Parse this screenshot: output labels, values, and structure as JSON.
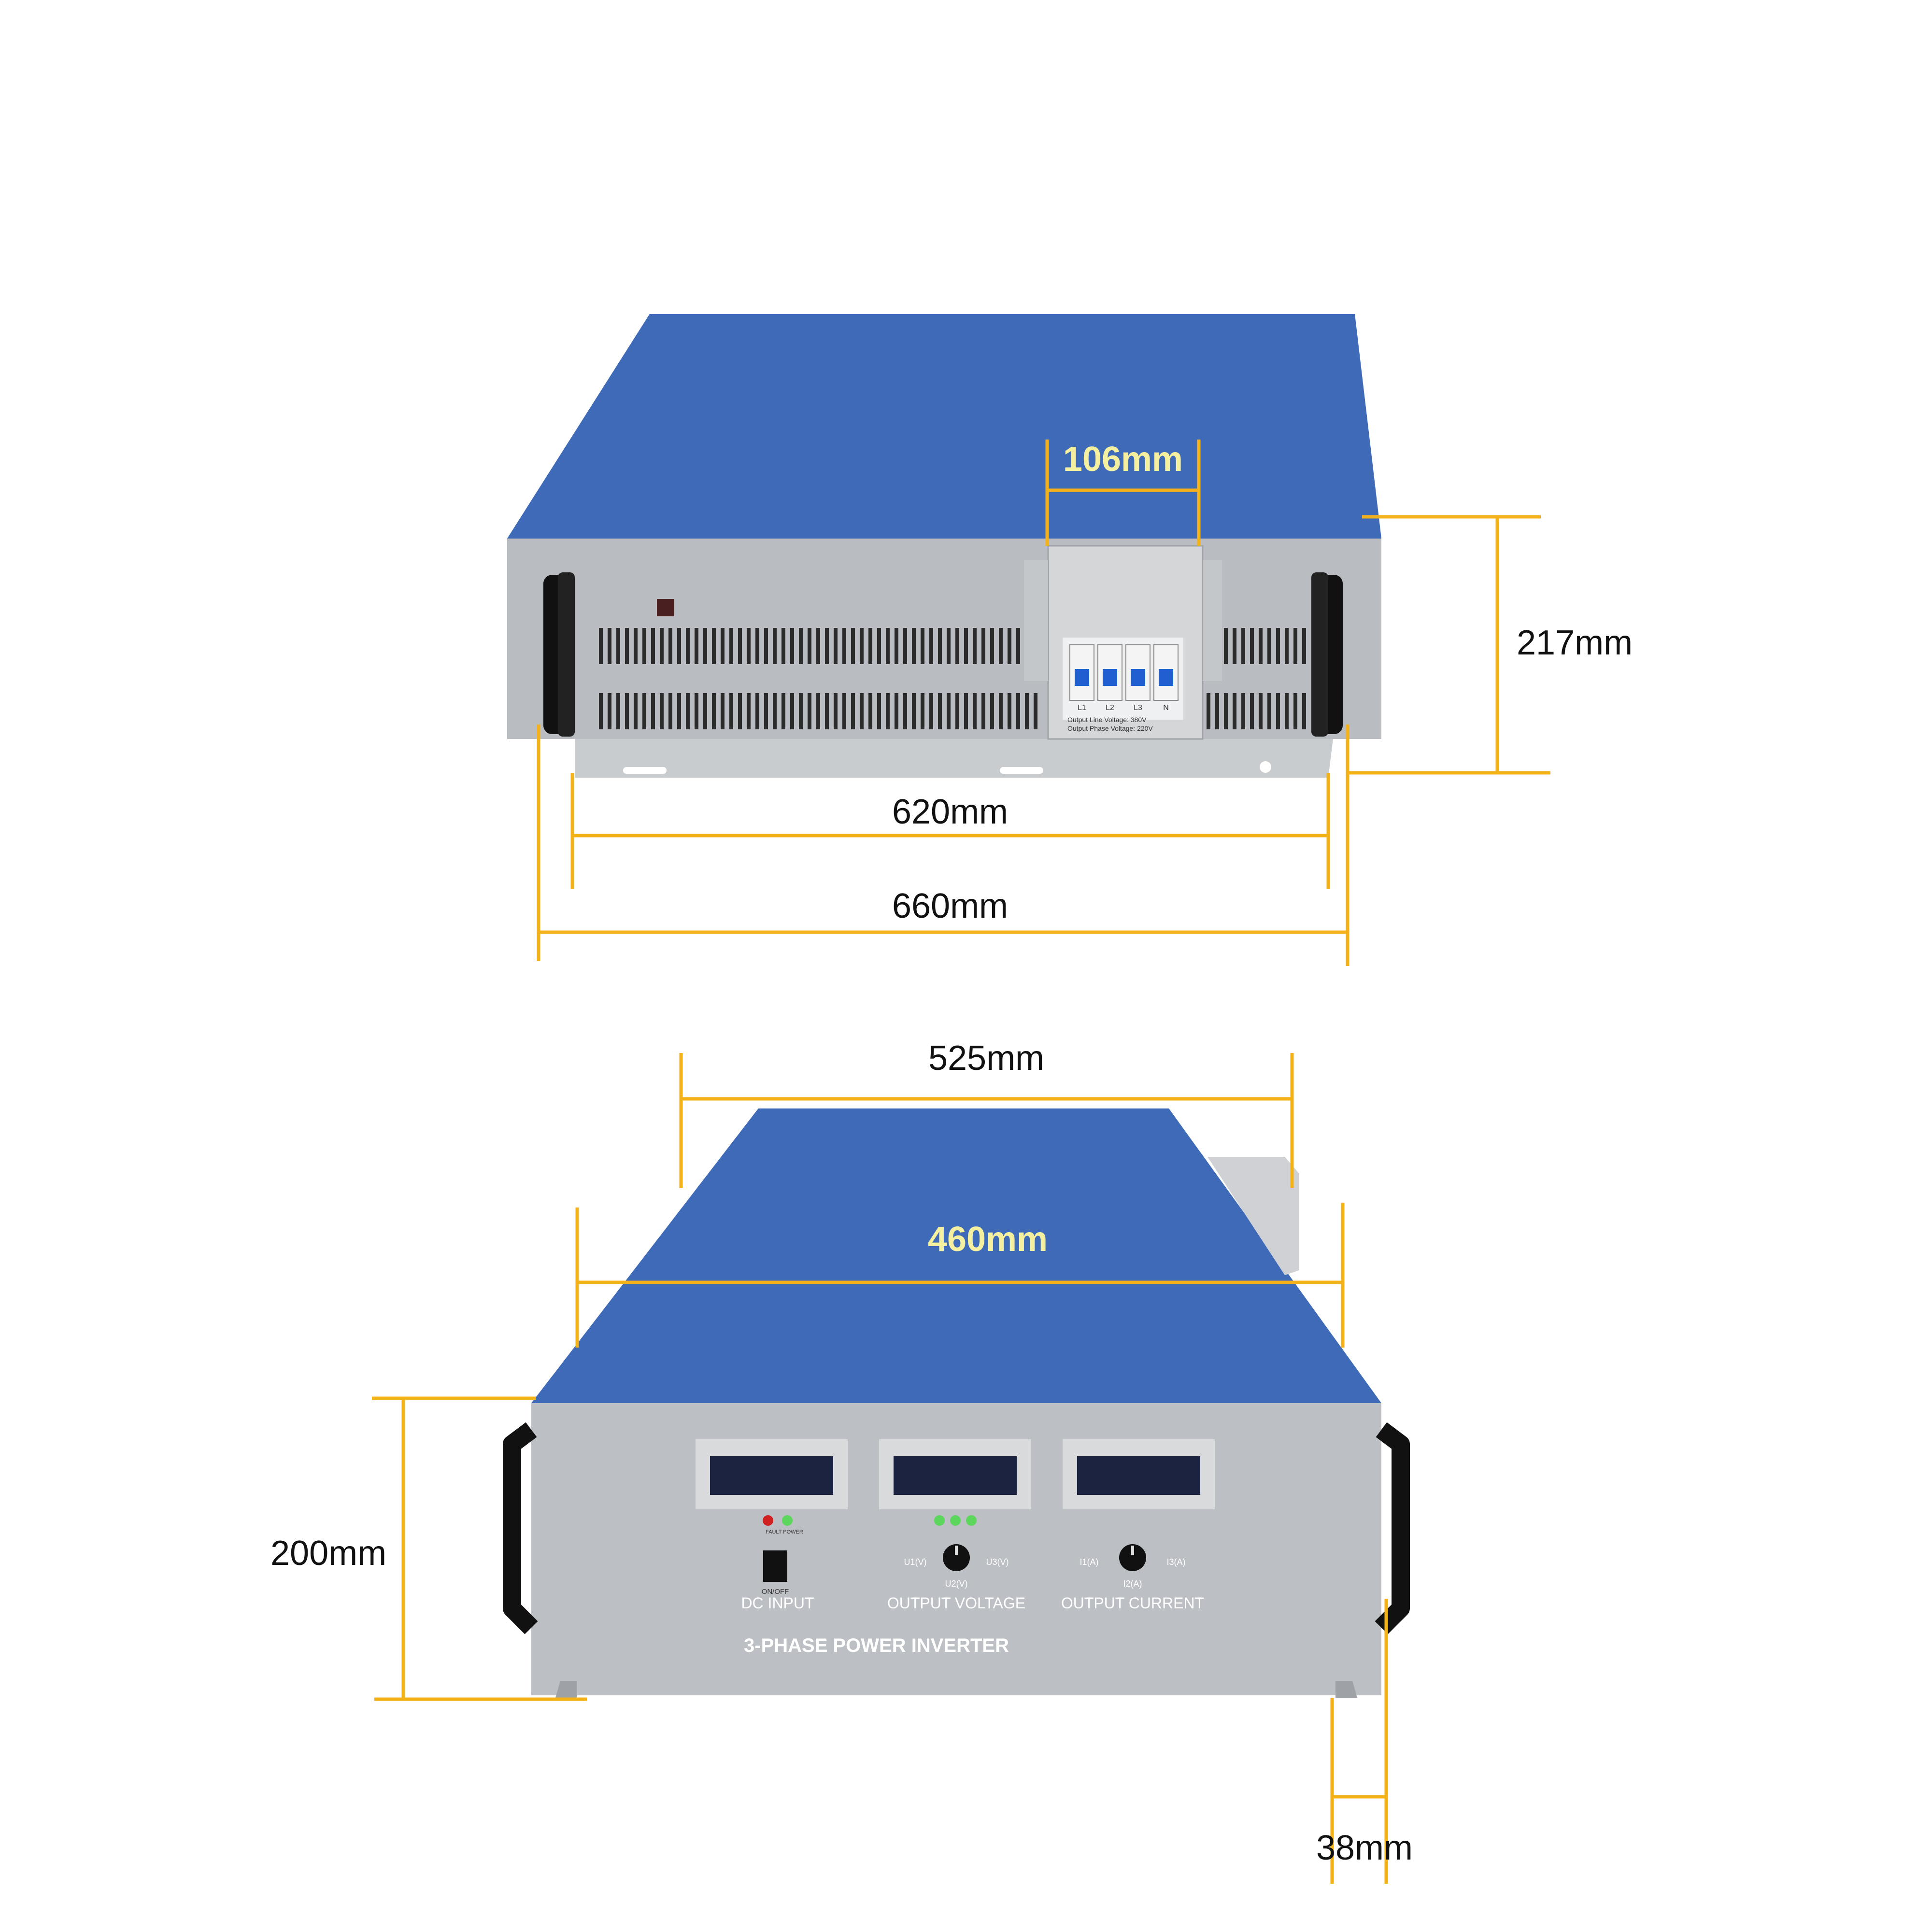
{
  "colors": {
    "top_blue": "#3f6ab8",
    "panel_grey": "#b9bcc0",
    "dim_orange": "#f3b21a",
    "handle_black": "#111111",
    "display_dark": "#1b2340"
  },
  "rear_view": {
    "dim_breaker_width": "106mm",
    "dim_height": "217mm",
    "dim_inner_width": "620mm",
    "dim_total_width": "660mm",
    "breaker_labels": [
      "L1",
      "L2",
      "L3",
      "N"
    ],
    "breaker_note_line1": "Output  Line  Voltage: 380V",
    "breaker_note_line2": "Output  Phase Voltage: 220V"
  },
  "front_view": {
    "dim_depth": "525mm",
    "dim_width": "460mm",
    "dim_height": "200mm",
    "dim_foot": "38mm",
    "section_dc": "DC INPUT",
    "section_voltage": "OUTPUT VOLTAGE",
    "section_current": "OUTPUT CURRENT",
    "product_name": "3-PHASE POWER INVERTER",
    "switch_label": "ON/OFF",
    "fault_power_label": "FAULT  POWER",
    "u1": "U1(V)",
    "u2": "U2(V)",
    "u3": "U3(V)",
    "i1": "I1(A)",
    "i2": "I2(A)",
    "i3": "I3(A)"
  }
}
